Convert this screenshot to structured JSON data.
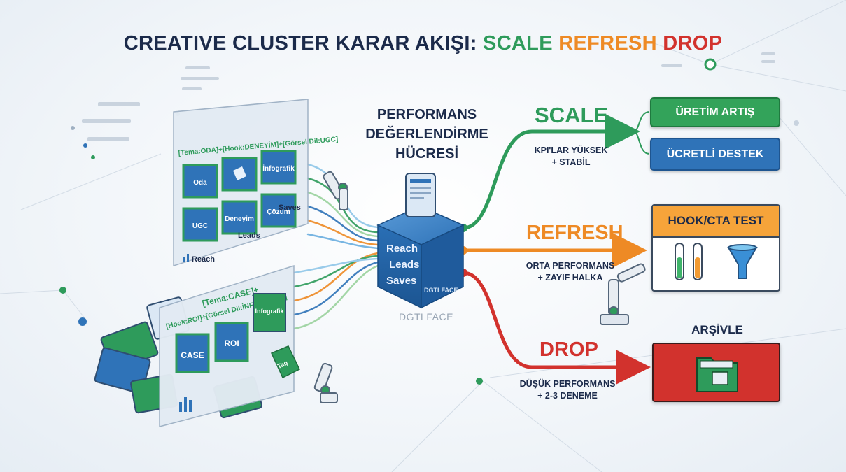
{
  "title": {
    "prefix": "CREATIVE CLUSTER KARAR AKIŞI:",
    "scale": "SCALE",
    "refresh": "REFRESH",
    "drop": "DROP"
  },
  "center": {
    "title_line1": "PERFORMANS",
    "title_line2": "DEĞERLENDİRME",
    "title_line3": "HÜCRESİ",
    "metrics": [
      "Reach",
      "Leads",
      "Saves"
    ],
    "brand": "DGTLFACE",
    "brand_under": "DGTLFACE"
  },
  "branches": {
    "scale": {
      "label": "SCALE",
      "cond_line1": "KPI'LAR YÜKSEK",
      "cond_line2": "+ STABİL"
    },
    "refresh": {
      "label": "REFRESH",
      "cond_line1": "ORTA PERFORMANS",
      "cond_line2": "+ ZAYIF HALKA"
    },
    "drop": {
      "label": "DROP",
      "cond_line1": "DÜŞÜK PERFORMANS",
      "cond_line2": "+ 2-3 DENEME"
    }
  },
  "outputs": {
    "uretim": "ÜRETİM ARTIŞ",
    "ucretli": "ÜCRETLİ DESTEK",
    "hook_test": "HOOK/CTA TEST",
    "arsivle": "ARŞİVLE"
  },
  "cluster_top": {
    "header": "[Tema:ODA]+[Hook:DENEYİM]+[Görsel Dil:UGC]",
    "tiles": [
      "Oda",
      "",
      "İnfografik",
      "UGC",
      "Deneyim",
      "Çözüm"
    ],
    "metrics": [
      "Reach",
      "Leads",
      "Saves"
    ]
  },
  "cluster_bottom": {
    "header_line1": "[Tema:CASE]+",
    "header_line2": "[Hook:ROI]+[Görsel Dil:İNFOGRAFİK]",
    "tiles": [
      "CASE",
      "ROI",
      "İnfografik"
    ],
    "tag": "Tag"
  },
  "colors": {
    "scale": "#2e9b5b",
    "refresh": "#ee8a25",
    "drop": "#d2322d",
    "navy": "#1b2a4a",
    "blue": "#2f73b8",
    "cube": "#2a6fb5"
  },
  "icons": [
    "robot-arm-icon",
    "test-tube-icon",
    "funnel-icon",
    "folder-icon",
    "bar-chart-icon",
    "tag-icon",
    "phone-icon"
  ]
}
